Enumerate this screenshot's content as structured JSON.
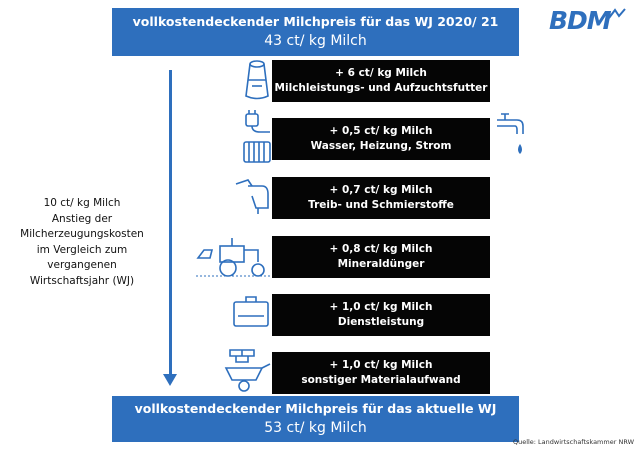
{
  "header": {
    "line1": "vollkostendeckender Milchpreis für das WJ 2020/ 21",
    "line2": "43 ct/ kg Milch"
  },
  "footer": {
    "line1": "vollkostendeckender Milchpreis für das aktuelle WJ",
    "line2": "53 ct/ kg Milch"
  },
  "logo": {
    "text": "BDM"
  },
  "side_note": {
    "lines": [
      "10 ct/ kg Milch",
      "Anstieg der",
      "Milcherzeugungskosten",
      "im Vergleich zum",
      "vergangenen",
      "Wirtschaftsjahr (WJ)"
    ]
  },
  "items": [
    {
      "amount": "+  6 ct/ kg Milch",
      "label": "Milchleistungs- und Aufzuchtsfutter",
      "icon": "feed-bag-icon"
    },
    {
      "amount": "+  0,5  ct/ kg Milch",
      "label": "Wasser, Heizung, Strom",
      "icon": "plug-radiator-icon"
    },
    {
      "amount": "+ 0,7 ct/ kg Milch",
      "label": "Treib- und Schmierstoffe",
      "icon": "fuel-nozzle-icon"
    },
    {
      "amount": "+ 0,8 ct/ kg Milch",
      "label": "Mineraldünger",
      "icon": "tractor-icon"
    },
    {
      "amount": "+ 1,0 ct/ kg Milch",
      "label": "Dienstleistung",
      "icon": "toolbox-icon"
    },
    {
      "amount": "+ 1,0 ct/ kg Milch",
      "label": "sonstiger Materialaufwand",
      "icon": "wheelbarrow-icon"
    }
  ],
  "source": "Quelle: Landwirtschaftskammer NRW",
  "colors": {
    "accent": "#2e6fbd",
    "box": "#050505"
  }
}
